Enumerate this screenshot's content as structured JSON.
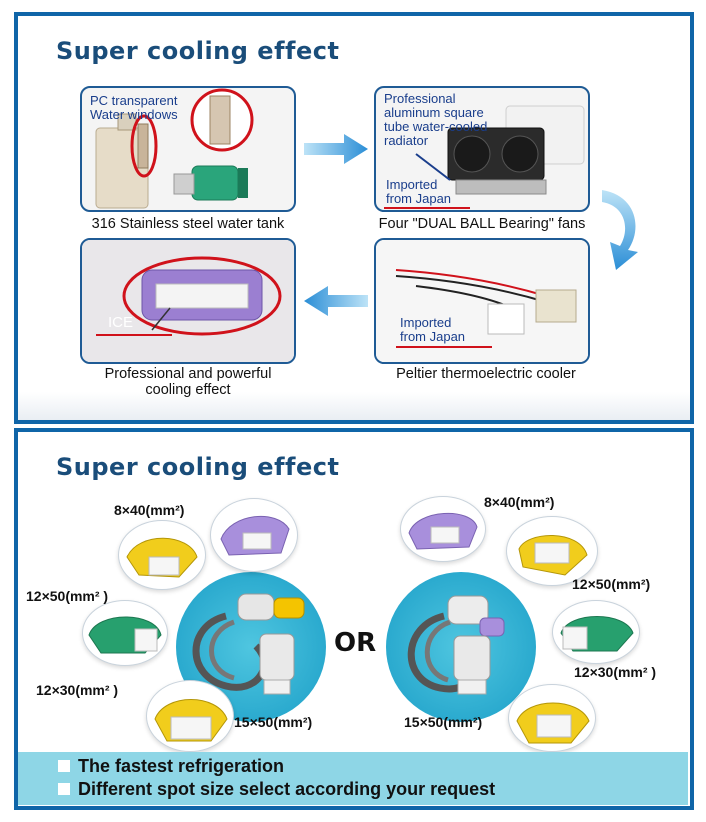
{
  "section1": {
    "heading": "Super cooling effect",
    "cards": {
      "tank": {
        "annotation_line1": "PC transparent",
        "annotation_line2": "Water windows",
        "caption": "316 Stainless steel water tank"
      },
      "radiator": {
        "annotation_line1": "Professional",
        "annotation_line2": "aluminum square",
        "annotation_line3": "tube water-cooled",
        "annotation_line4": "radiator",
        "imported_line1": "Imported",
        "imported_line2": "from Japan",
        "caption": "Four \"DUAL BALL Bearing\" fans"
      },
      "ice": {
        "label": "ICE",
        "caption_line1": "Professional and powerful",
        "caption_line2": "cooling effect"
      },
      "peltier": {
        "imported_line1": "Imported",
        "imported_line2": "from Japan",
        "caption": "Peltier thermoelectric cooler"
      }
    }
  },
  "section2": {
    "heading": "Super cooling effect",
    "or_text": "OR",
    "left_labels": {
      "purple": "8×40(mm²)",
      "yellow_small": "12×50(mm² )",
      "green": "12×30(mm² )",
      "yellow_large": "15×50(mm²)"
    },
    "right_labels": {
      "purple": "8×40(mm²)",
      "yellow_small": "12×50(mm²)",
      "green": "12×30(mm² )",
      "yellow_large": "15×50(mm²)"
    }
  },
  "footer": {
    "line1": "The fastest refrigeration",
    "line2": "Different spot size select according your request"
  },
  "colors": {
    "frame_blue": "#0f65a8",
    "heading_blue": "#1a4d7a",
    "annotation_blue": "#1a3e8c",
    "accent_red": "#d0121b",
    "footer_cyan": "#8ed6e6"
  }
}
